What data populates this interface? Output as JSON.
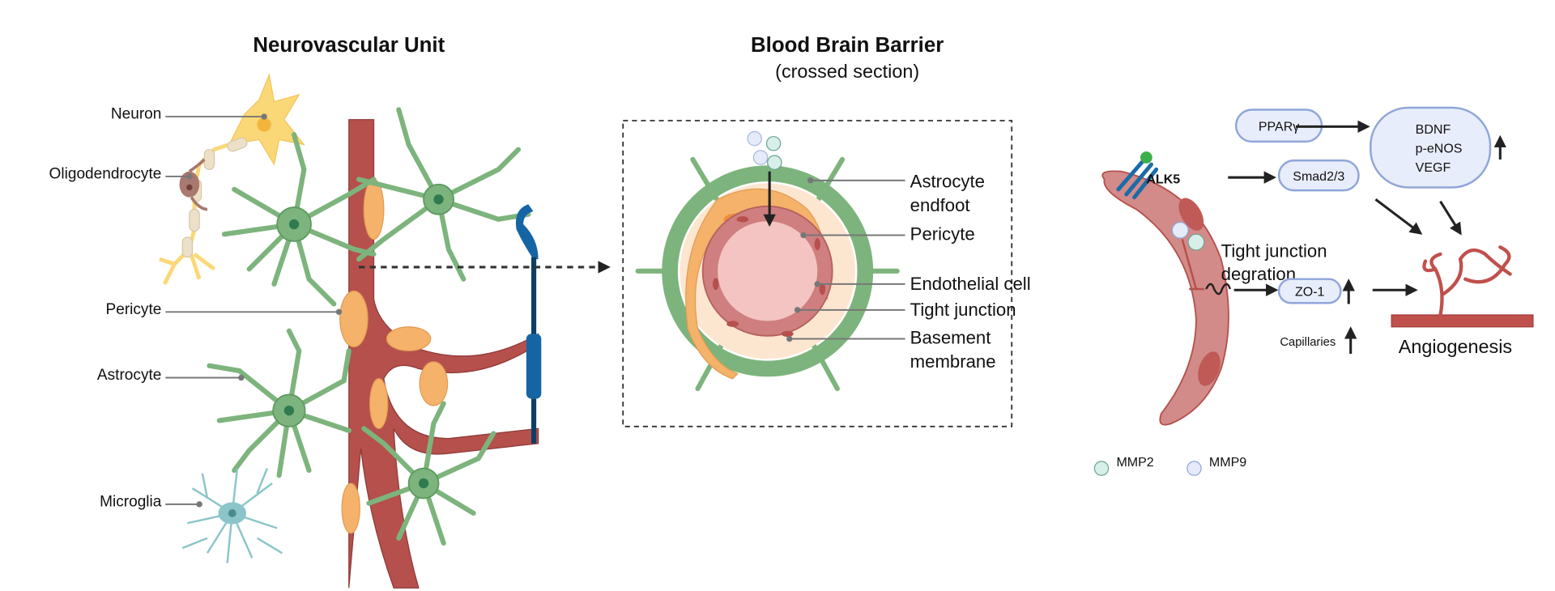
{
  "titles": {
    "nvu": "Neurovascular Unit",
    "bbb": "Blood Brain Barrier",
    "bbb_sub": "(crossed section)"
  },
  "nvu_labels": {
    "neuron": "Neuron",
    "oligodendrocyte": "Oligodendrocyte",
    "pericyte": "Pericyte",
    "astrocyte": "Astrocyte",
    "microglia": "Microglia"
  },
  "bbb_labels": {
    "astrocyte_endfoot_1": "Astrocyte",
    "astrocyte_endfoot_2": "endfoot",
    "pericyte": "Pericyte",
    "endothelial": "Endothelial cell",
    "tight_junction": "Tight junction",
    "basement_1": "Basement",
    "basement_2": "membrane"
  },
  "pathway": {
    "receptor": "ALK5",
    "smad": "Smad2/3",
    "ppar": "PPARγ",
    "factors": [
      "BDNF",
      "p-eNOS",
      "VEGF"
    ],
    "tj_1": "Tight junction",
    "tj_2": "degration",
    "zo1": "ZO-1",
    "capillaries": "Capillaries",
    "angiogenesis": "Angiogenesis"
  },
  "legend": {
    "mmp2": "MMP2",
    "mmp9": "MMP9"
  },
  "colors": {
    "vessel": "#b5504c",
    "astrocyte": "#7db47d",
    "pericyte": "#f4b26a",
    "neuron": "#fbd877",
    "mmp2": "#d8eee8",
    "mmp9": "#e6ebf9",
    "oval": "#e8edfb"
  }
}
